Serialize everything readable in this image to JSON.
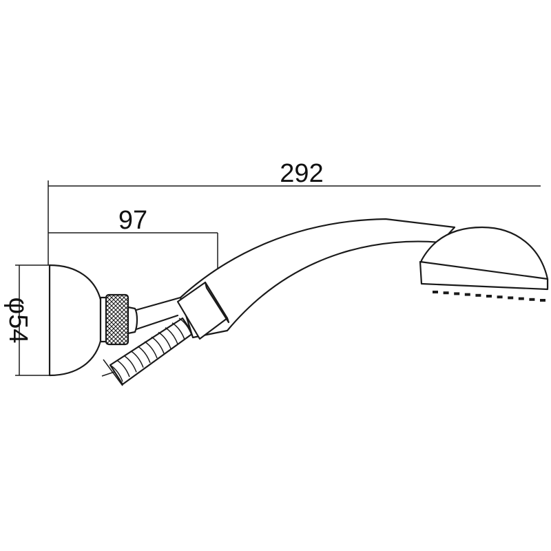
{
  "dimensions": {
    "overall_length": "292",
    "holder_length": "97",
    "base_diameter": "φ54"
  }
}
